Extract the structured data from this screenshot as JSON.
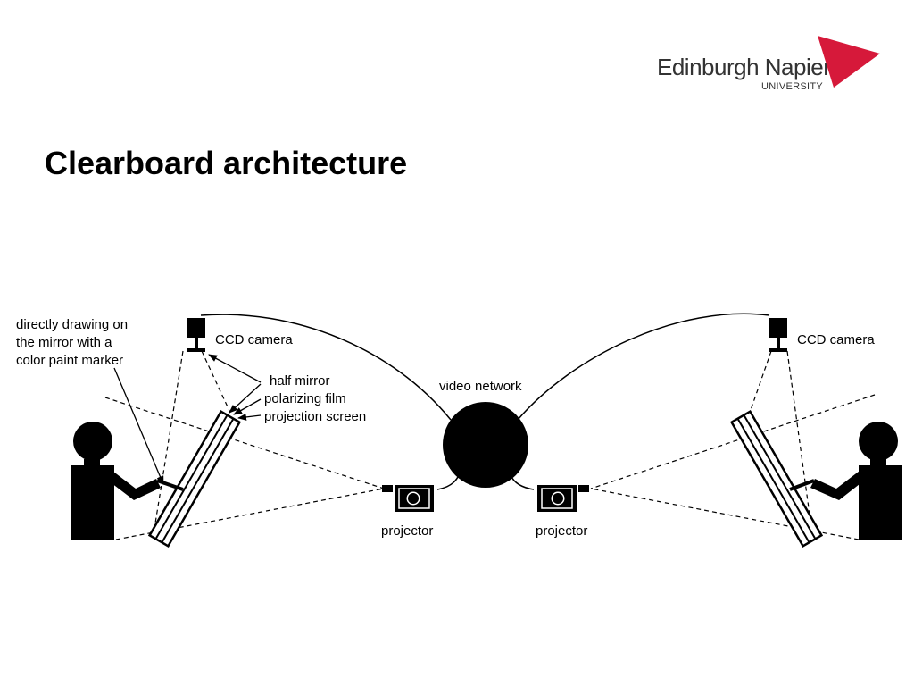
{
  "logo": {
    "name": "Edinburgh Napier",
    "sub": "UNIVERSITY",
    "color": "#d6193a"
  },
  "title": "Clearboard architecture",
  "labels": {
    "drawing_1": "directly drawing on",
    "drawing_2": "the mirror with a",
    "drawing_3": "color paint marker",
    "ccd_left": "CCD camera",
    "ccd_right": "CCD camera",
    "half_mirror": "half mirror",
    "polarizing_film": "polarizing film",
    "projection_screen": "projection screen",
    "video_network": "video network",
    "projector_left": "projector",
    "projector_right": "projector"
  }
}
